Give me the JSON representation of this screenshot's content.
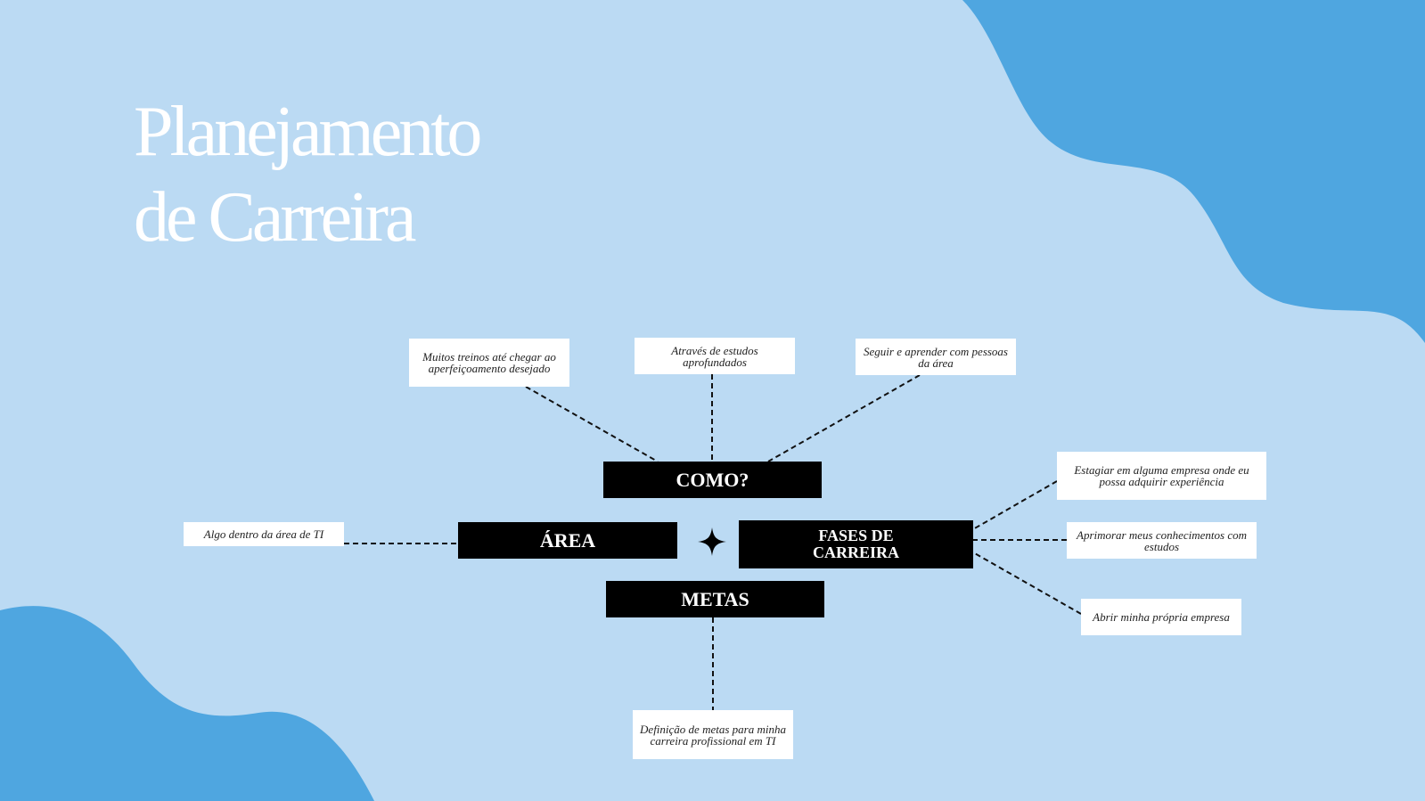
{
  "title": {
    "line1": "Planejamento",
    "line2": "de Carreira"
  },
  "hubs": {
    "como": "COMO?",
    "area": "ÁREA",
    "fases_line1": "FASES DE",
    "fases_line2": "CARREIRA",
    "metas": "METAS"
  },
  "notes": {
    "como_1": "Muitos treinos até chegar ao aperfeiçoamento desejado",
    "como_2": "Através de estudos aprofundados",
    "como_3": "Seguir e aprender com pessoas da área",
    "area_1": "Algo dentro da área de TI",
    "fases_1": "Estagiar em alguma empresa onde eu possa adquirir experiência",
    "fases_2": "Aprimorar meus conhecimentos com estudos",
    "fases_3": "Abrir minha própria empresa",
    "metas_1": "Definição de metas para minha carreira profissional em TI"
  },
  "colors": {
    "background": "#bbdaf3",
    "blob": "#4fa6e0",
    "hub": "#000000",
    "note": "#ffffff"
  },
  "icons": {
    "center": "four-point-star-icon"
  }
}
